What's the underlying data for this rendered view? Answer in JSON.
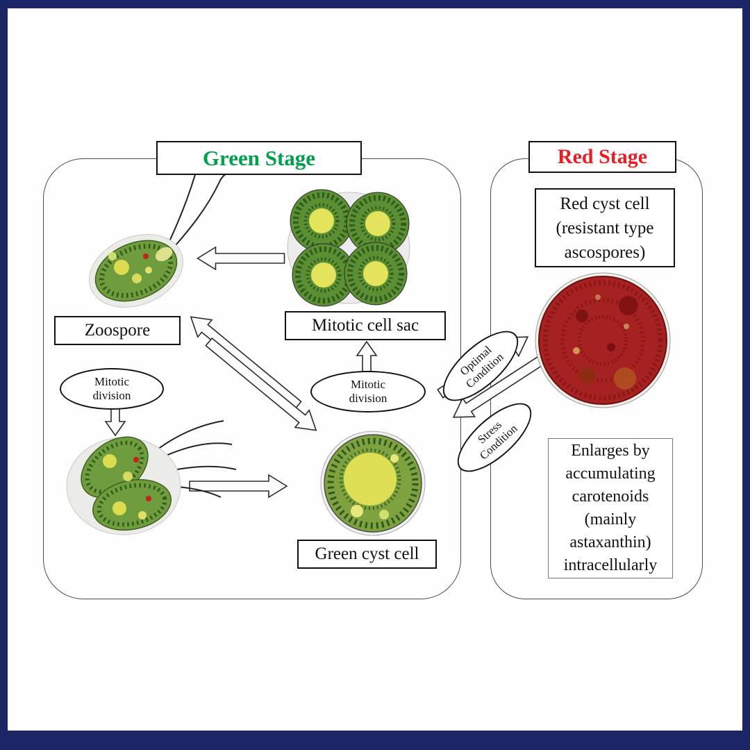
{
  "colors": {
    "frame": "#1c2566",
    "green_stage_title": "#00A14B",
    "red_stage_title": "#ED1C24",
    "green_cell": "#6f9c3d",
    "yellow_center": "#dfdf55",
    "red_cell": "#a62121",
    "arrow_fill": "#fcfcfc",
    "box_border": "#111111"
  },
  "green_stage": {
    "title": "Green Stage",
    "zoospore_label": "Zoospore",
    "mitotic_cell_sac_label": "Mitotic cell sac",
    "green_cyst_cell_label": "Green cyst cell",
    "mitotic_division_upper_label": "Mitotic\ndivision",
    "mitotic_division_lower_label": "Mitotic\ndivision"
  },
  "red_stage": {
    "title": "Red Stage",
    "red_cyst_cell_label": "Red cyst cell\n(resistant type\nascospores)",
    "enlarges_note": "Enlarges by\naccumulating\ncarotenoids\n(mainly\nastaxanthin)\nintracellularly"
  },
  "transitions": {
    "optimal_condition_label": "Optimal\nCondition",
    "stress_condition_label": "Stress\nCondition"
  }
}
